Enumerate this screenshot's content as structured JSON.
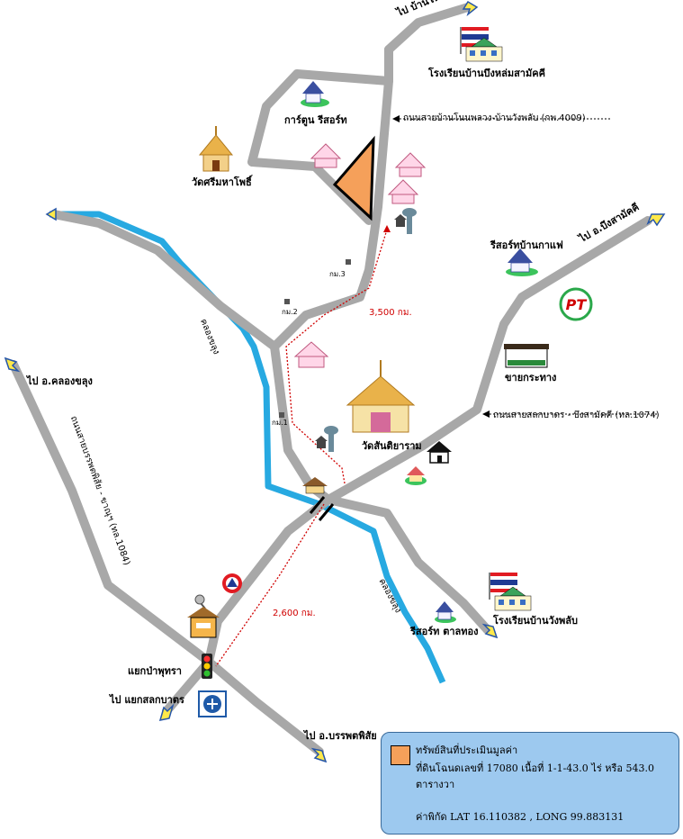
{
  "destinations": {
    "nonphluang": "ไป บ้านโนนพลวง",
    "bueng_samakkhi": "ไป อ.บึงสามัคคี",
    "khlong_khlung": "ไป อ.คลองขลุง",
    "sak_lek_junction": "ไป แยกสลกบาตร",
    "banphot_phisai": "ไป อ.บรรพตพิสัย"
  },
  "roads": {
    "nonphluang_wangphlap": "ถนนสายบ้านโนนพลวง-บ้านวังพลับ (กพ.4009)",
    "salokbat_buengsamakkhi": "ถนนสายสลกบาตร - บึงสามัคคี (ทล.1074)",
    "banphot_chainat": "ถนนสายบรรพตพิสัย - ขาณุฯ (ทล.1084)"
  },
  "places": {
    "school_bueng_lom": "โรงเรียนบ้านบึงหล่มสามัคคี",
    "cartoon_resort": "การ์ตูน  รีสอร์ท",
    "wat_si_maha_pho": "วัดศรีมหาโพธิ์",
    "coffee_resort": "รีสอร์ทบ้านกาแฟ",
    "grocery": "ขายกระทาง",
    "wat_santitaram": "วัดสันติยาราม",
    "school_wang_phlap": "โรงเรียนบ้านวังพลับ",
    "resort_tan_thong": "รีสอร์ท ตาลทอง",
    "phutsa_junction": "แยกป่าพุทรา"
  },
  "canal": {
    "label_upper": "คลองขลุง",
    "label_lower": "คลองขลุง"
  },
  "km_markers": [
    "กม.1",
    "กม.2",
    "กม.3"
  ],
  "distances": {
    "upper": "3,500 กม.",
    "lower": "2,600 กม."
  },
  "logos": {
    "pt_station": "PT"
  },
  "legend": {
    "title": "ทรัพย์สินที่ประเมินมูลค่า",
    "deed": "ที่ดินโฉนดเลขที่ 17080 เนื้อที่ 1-1-43.0 ไร่ หรือ 543.0 ตารางวา",
    "coords": "ค่าพิกัด LAT 16.110382 , LONG 99.883131"
  },
  "colors": {
    "road": "#a8a8a8",
    "canal": "#27a9e1",
    "subject_parcel": "#f5a05a",
    "route_dotted": "#d00000",
    "legend_bg": "#9dc9ef"
  }
}
